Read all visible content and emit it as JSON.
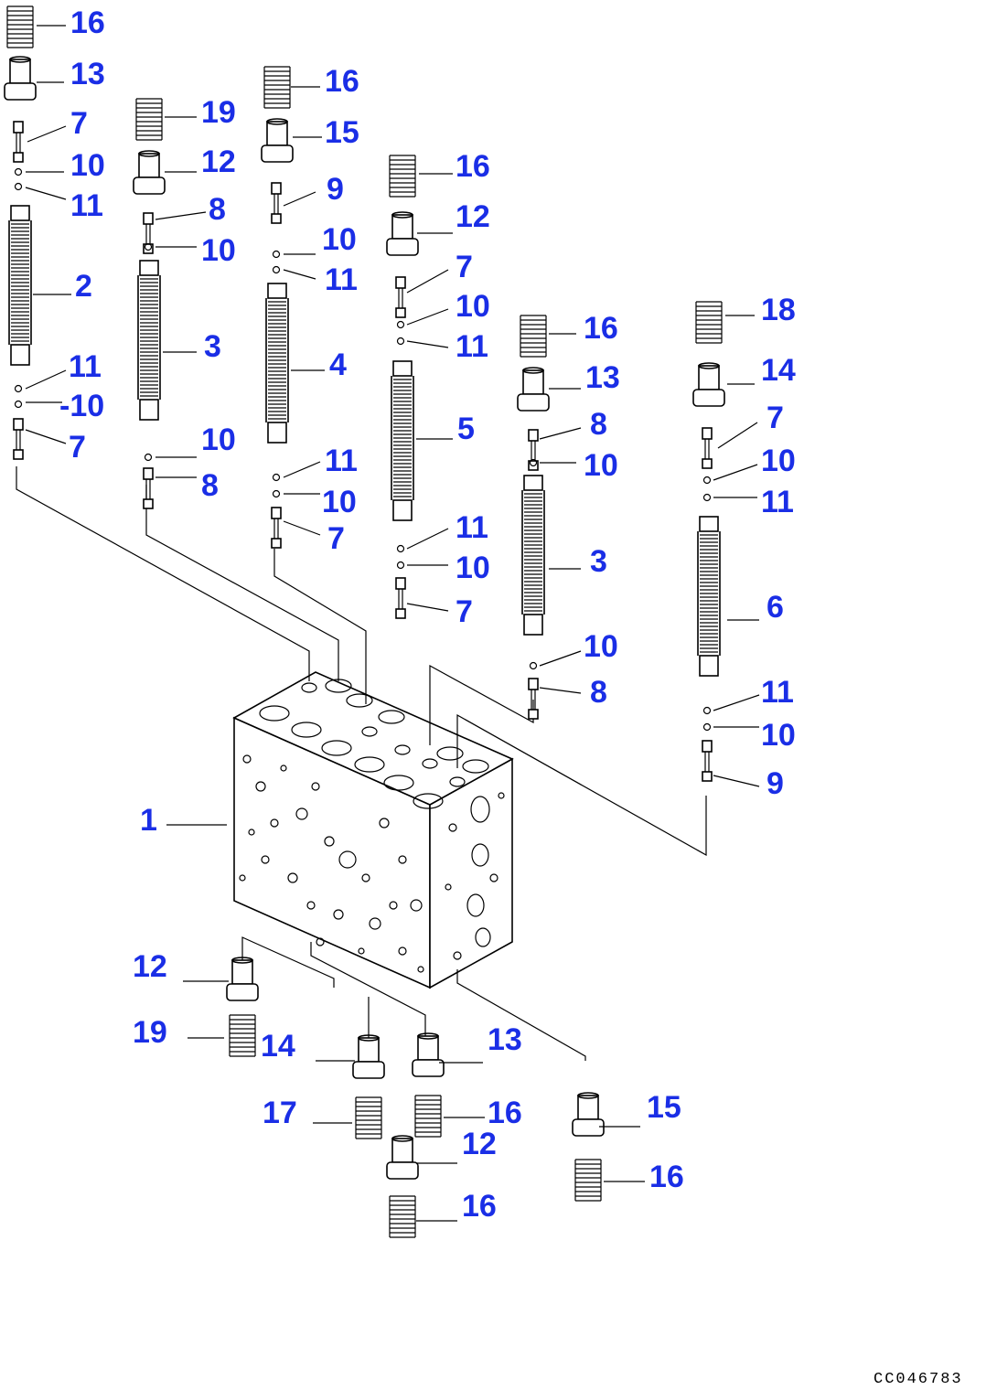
{
  "drawing_code": "CC046783",
  "callouts": [
    {
      "id": "c1",
      "label": "16"
    },
    {
      "id": "c2",
      "label": "13"
    },
    {
      "id": "c3",
      "label": "7"
    },
    {
      "id": "c4",
      "label": "10"
    },
    {
      "id": "c5",
      "label": "11"
    },
    {
      "id": "c6",
      "label": "2"
    },
    {
      "id": "c7",
      "label": "11"
    },
    {
      "id": "c8",
      "label": "-10"
    },
    {
      "id": "c9",
      "label": "7"
    },
    {
      "id": "c10",
      "label": "19"
    },
    {
      "id": "c11",
      "label": "12"
    },
    {
      "id": "c12",
      "label": "8"
    },
    {
      "id": "c13",
      "label": "10"
    },
    {
      "id": "c14",
      "label": "3"
    },
    {
      "id": "c15",
      "label": "10"
    },
    {
      "id": "c16",
      "label": "8"
    },
    {
      "id": "c17",
      "label": "16"
    },
    {
      "id": "c18",
      "label": "15"
    },
    {
      "id": "c19",
      "label": "9"
    },
    {
      "id": "c20",
      "label": "10"
    },
    {
      "id": "c21",
      "label": "11"
    },
    {
      "id": "c22",
      "label": "4"
    },
    {
      "id": "c23",
      "label": "11"
    },
    {
      "id": "c24",
      "label": "10"
    },
    {
      "id": "c25",
      "label": "7"
    },
    {
      "id": "c26",
      "label": "16"
    },
    {
      "id": "c27",
      "label": "12"
    },
    {
      "id": "c28",
      "label": "7"
    },
    {
      "id": "c29",
      "label": "10"
    },
    {
      "id": "c30",
      "label": "11"
    },
    {
      "id": "c31",
      "label": "5"
    },
    {
      "id": "c32",
      "label": "11"
    },
    {
      "id": "c33",
      "label": "10"
    },
    {
      "id": "c34",
      "label": "7"
    },
    {
      "id": "c35",
      "label": "16"
    },
    {
      "id": "c36",
      "label": "13"
    },
    {
      "id": "c37",
      "label": "8"
    },
    {
      "id": "c38",
      "label": "10"
    },
    {
      "id": "c39",
      "label": "3"
    },
    {
      "id": "c40",
      "label": "10"
    },
    {
      "id": "c41",
      "label": "8"
    },
    {
      "id": "c42",
      "label": "18"
    },
    {
      "id": "c43",
      "label": "14"
    },
    {
      "id": "c44",
      "label": "7"
    },
    {
      "id": "c45",
      "label": "10"
    },
    {
      "id": "c46",
      "label": "11"
    },
    {
      "id": "c47",
      "label": "6"
    },
    {
      "id": "c48",
      "label": "11"
    },
    {
      "id": "c49",
      "label": "10"
    },
    {
      "id": "c50",
      "label": "9"
    },
    {
      "id": "c51",
      "label": "1"
    },
    {
      "id": "c52",
      "label": "12"
    },
    {
      "id": "c53",
      "label": "19"
    },
    {
      "id": "c54",
      "label": "14"
    },
    {
      "id": "c55",
      "label": "13"
    },
    {
      "id": "c56",
      "label": "17"
    },
    {
      "id": "c57",
      "label": "16"
    },
    {
      "id": "c58",
      "label": "12"
    },
    {
      "id": "c59",
      "label": "16"
    },
    {
      "id": "c60",
      "label": "15"
    },
    {
      "id": "c61",
      "label": "16"
    }
  ]
}
